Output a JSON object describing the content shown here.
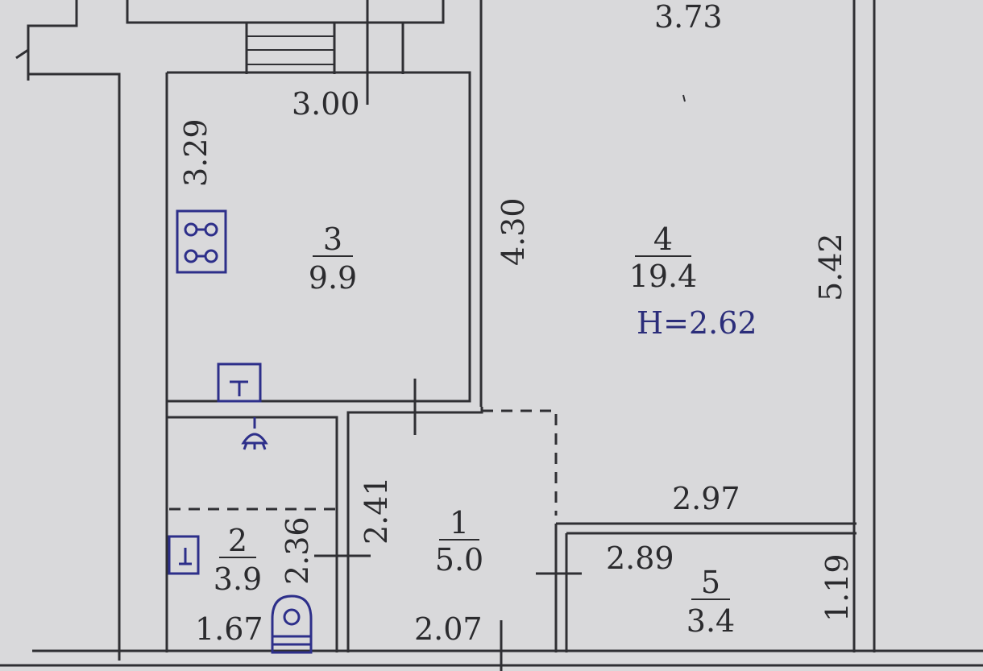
{
  "plan": {
    "ceiling_height": "H=2.62",
    "rooms": [
      {
        "number": "1",
        "area": "5.0"
      },
      {
        "number": "2",
        "area": "3.9"
      },
      {
        "number": "3",
        "area": "9.9"
      },
      {
        "number": "4",
        "area": "19.4"
      },
      {
        "number": "5",
        "area": "3.4"
      }
    ],
    "dimensions": {
      "d_373": "3.73",
      "d_300": "3.00",
      "d_329": "3.29",
      "d_430": "4.30",
      "d_542": "5.42",
      "d_297": "2.97",
      "d_241": "2.41",
      "d_236": "2.36",
      "d_289": "2.89",
      "d_119": "1.19",
      "d_167": "1.67",
      "d_207": "2.07"
    }
  },
  "colors": {
    "background": "#d9d9db",
    "wall": "#2f2f33",
    "fixture": "#2d2f8a"
  }
}
